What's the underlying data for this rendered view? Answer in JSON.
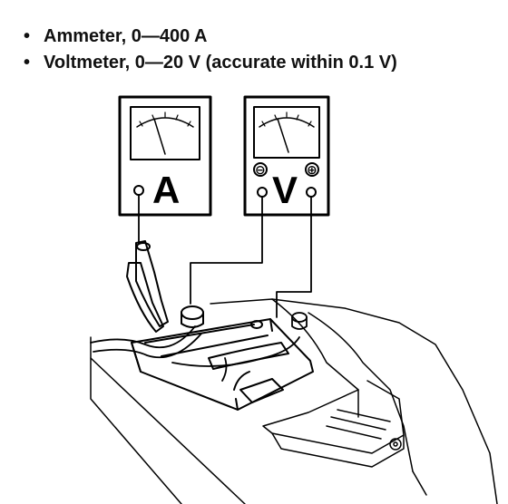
{
  "bullets": [
    {
      "marker": "•",
      "text": "Ammeter, 0—400 A"
    },
    {
      "marker": "•",
      "text": "Voltmeter, 0—20 V (accurate within 0.1 V)"
    }
  ],
  "diagram": {
    "ammeter_label": "A",
    "voltmeter_label": "V",
    "voltmeter_negative": "⊖",
    "voltmeter_positive": "⊕"
  }
}
